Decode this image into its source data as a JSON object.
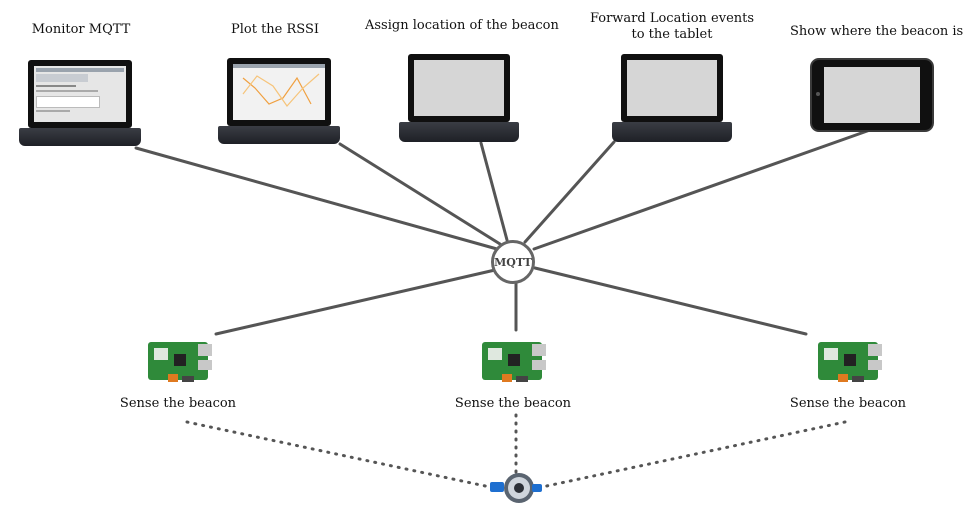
{
  "hub": {
    "label": "MQTT"
  },
  "clients": [
    {
      "label": "Monitor MQTT"
    },
    {
      "label": "Plot the RSSI"
    },
    {
      "label": "Assign location of the beacon"
    },
    {
      "label": "Forward Location events\nto the tablet"
    },
    {
      "label": "Show where the beacon is"
    }
  ],
  "sensors": [
    {
      "label": "Sense the beacon"
    },
    {
      "label": "Sense the beacon"
    },
    {
      "label": "Sense the beacon"
    }
  ],
  "colors": {
    "connector": "#555555",
    "dotted": "#555555",
    "board": "#2f8a3a",
    "screen": "#d6d6d6"
  },
  "icons": {
    "laptop": "laptop-icon",
    "tablet": "tablet-icon",
    "board": "raspberry-pi-icon",
    "beacon": "beacon-icon"
  }
}
